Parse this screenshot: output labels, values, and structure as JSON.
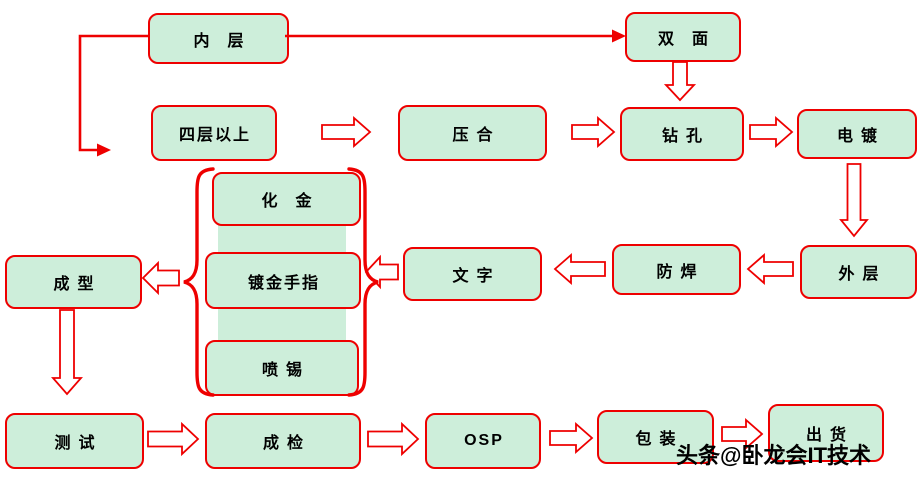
{
  "nodes": {
    "inner": "内层",
    "double": "双面",
    "multilayer": "四层以上",
    "lamination": "压合",
    "drill": "钻孔",
    "plating": "电镀",
    "outer": "外层",
    "soldermask": "防焊",
    "silkscreen": "文字",
    "enig": "化金",
    "gold_finger": "镀金手指",
    "hasl": "喷锡",
    "routing": "成型",
    "test": "测试",
    "fqc": "成检",
    "osp": "OSP",
    "packing": "包装",
    "shipment": "出货"
  },
  "watermark": "头条@卧龙会IT技术",
  "colors": {
    "box_fill": "#cdeeda",
    "box_border": "#ee0000",
    "arrow": "#ee0000",
    "text": "#000000"
  }
}
